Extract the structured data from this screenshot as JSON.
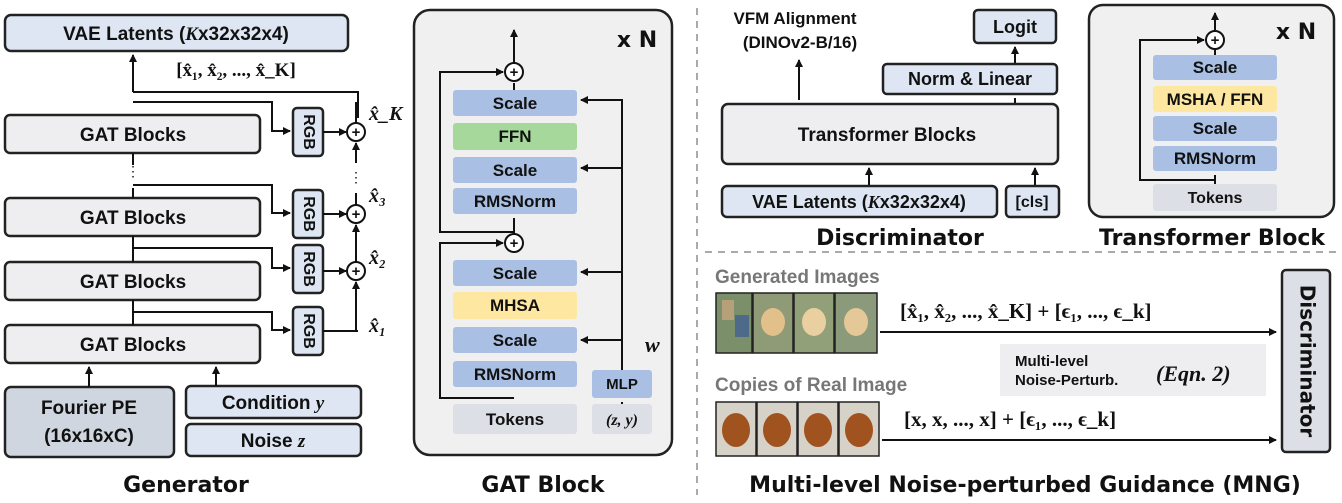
{
  "generator": {
    "title": "Generator",
    "vae": "VAE Latents (",
    "vae_k": "K",
    "vae_rest": "x32x32x4)",
    "list": "[x̂₁, x̂₂, ..., x̂_K]",
    "blocks": [
      "GAT Blocks",
      "GAT Blocks",
      "GAT Blocks",
      "GAT Blocks"
    ],
    "rgb": "RGB",
    "outputs": [
      "x̂_K",
      "x̂₃",
      "x̂₂",
      "x̂₁"
    ],
    "fourier_line1": "Fourier PE",
    "fourier_line2": "(16x16xC)",
    "condition": "Condition ",
    "condition_var": "y",
    "noise": "Noise ",
    "noise_var": "z"
  },
  "gat_block": {
    "title": "GAT Block",
    "repeat": "x N",
    "upper": [
      "Scale",
      "FFN",
      "Scale",
      "RMSNorm"
    ],
    "lower": [
      "Scale",
      "MHSA",
      "Scale",
      "RMSNorm"
    ],
    "tokens": "Tokens",
    "mlp": "MLP",
    "w": "w",
    "zy": "(z, y)"
  },
  "discriminator": {
    "title": "Discriminator",
    "vfm_line1": "VFM Alignment",
    "vfm_line2": "(DINOv2-B/16)",
    "logit": "Logit",
    "norm_linear": "Norm & Linear",
    "transformer_blocks": "Transformer Blocks",
    "vae": "VAE Latents (",
    "vae_k": "K",
    "vae_rest": "x32x32x4)",
    "cls": "[cls]"
  },
  "transformer_block": {
    "title": "Transformer Block",
    "repeat": "x N",
    "layers": [
      "Scale",
      "MSHA / FFN",
      "Scale",
      "RMSNorm"
    ],
    "tokens": "Tokens"
  },
  "mng": {
    "title": "Multi-level Noise-perturbed Guidance (MNG)",
    "generated": "Generated Images",
    "copies": "Copies of Real Image",
    "gen_formula": "[x̂₁, x̂₂, ..., x̂_K] + [ϵ₁, ..., ϵ_k]",
    "real_formula": "[x, x, ..., x] + [ϵ₁, ..., ϵ_k]",
    "noise_line1": "Multi-level",
    "noise_line2": "Noise-Perturb.",
    "eqn": "(Eqn. 2)",
    "disc": "Discriminator"
  },
  "colors": {
    "blue": "#a9bfe3",
    "green": "#a6d89b",
    "yellow": "#fde7a1",
    "gray_box": "#eeeef0",
    "dark_gray": "#cfd6df",
    "token_gray": "#dcdfe6",
    "light_blue_box": "#dde6f2"
  }
}
